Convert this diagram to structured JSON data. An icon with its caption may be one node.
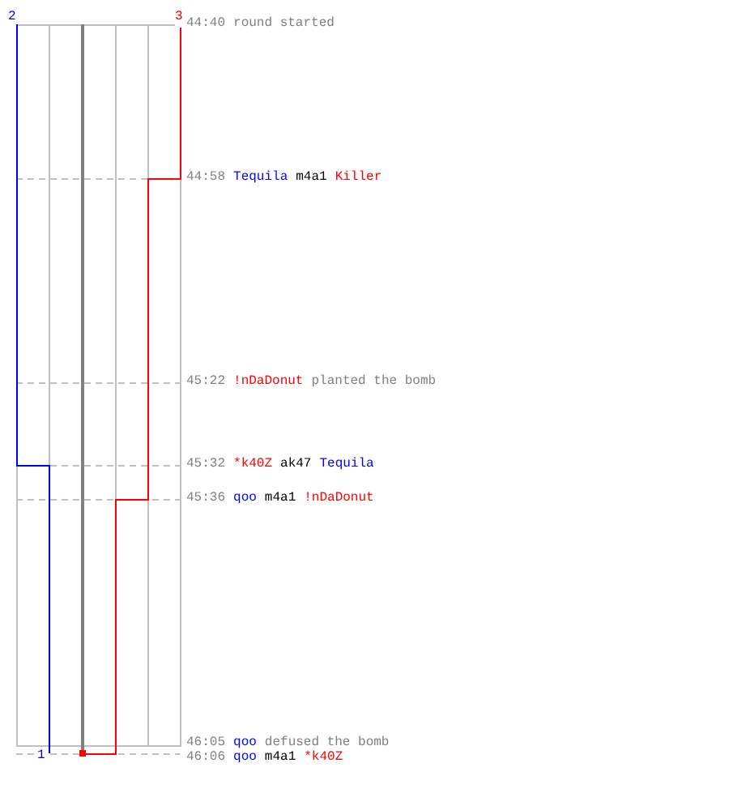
{
  "diagram": {
    "labels": [
      "2",
      "3",
      "44:40",
      "round started",
      "44:58",
      "Tequila",
      "m4a1",
      "Killer",
      "45:22",
      "!nDaDonut",
      "planted the bomb",
      "45:32",
      "*k40Z",
      "ak47",
      "Tequila",
      "45:36",
      "qoo",
      "m4a1",
      "!nDaDonut",
      "46:05",
      "qoo",
      "defused the bomb",
      "1",
      "46:06",
      "qoo",
      "m4a1",
      "*k40Z"
    ]
  }
}
